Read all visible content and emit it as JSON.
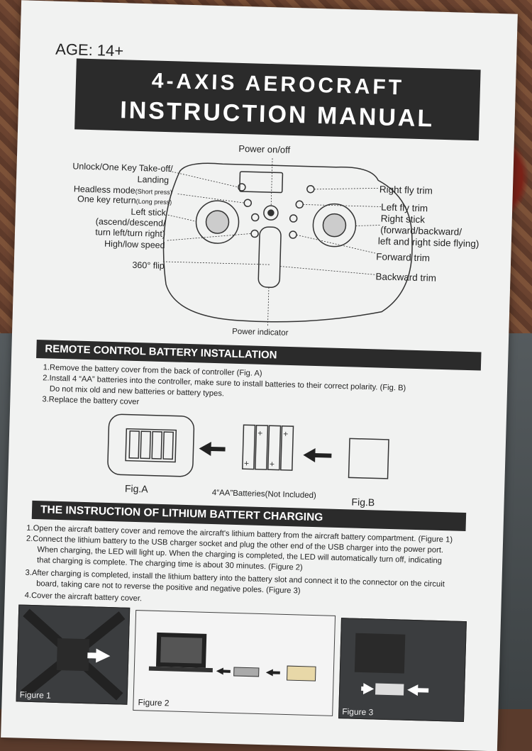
{
  "manual": {
    "age": "AGE: 14+",
    "title_line1": "4-AXIS AEROCRAFT",
    "title_line2": "INSTRUCTION MANUAL"
  },
  "controller": {
    "power_on_off": "Power on/off",
    "unlock_takeoff": "Unlock/One Key Take-off/",
    "landing": "Landing",
    "headless_mode": "Headless mode",
    "headless_short": "(Short press)",
    "one_key_return": "One key return",
    "return_long": "(Long press)",
    "left_stick_1": "Left stick",
    "left_stick_2": "(ascend/descend/",
    "left_stick_3": "turn left/turn right)",
    "high_low_speed": "High/low speed",
    "flip_360": "360° flip",
    "right_fly_trim": "Right fly trim",
    "left_fly_trim": "Left fly trim",
    "right_stick_1": "Right stick",
    "right_stick_2": "(forward/backward/",
    "right_stick_3": "left and right side flying)",
    "forward_trim": "Forward trim",
    "backward_trim": "Backward trim",
    "power_indicator": "Power indicator"
  },
  "battery_section": {
    "heading": "REMOTE CONTROL BATTERY INSTALLATION",
    "steps": [
      "1.Remove the battery cover from the back of controller (Fig. A)",
      "2.Install 4 “AA” batteries into the controller, make sure to install batteries to their correct polarity. (Fig. B)",
      "Do not mix old and new batteries or battery types.",
      "3.Replace the battery cover"
    ],
    "fig_a": "Fig.A",
    "batteries_caption": "4“AA”Batteries(Not Included)",
    "fig_b": "Fig.B"
  },
  "charging_section": {
    "heading": "THE INSTRUCTION OF LITHIUM BATTERT CHARGING",
    "steps": [
      "1.Open the aircraft battery cover and remove the aircraft's lithium battery from the aircraft battery compartment. (Figure 1)",
      "2.Connect the lithium battery to the USB charger socket and plug the other end of the USB charger into the power port.",
      "When charging, the LED will light up. When the charging is completed, the LED will automatically turn off, indicating",
      "that charging is complete. The charging time is about 30 minutes. (Figure 2)",
      "3.After charging is completed, install the lithium battery into the battery slot and connect it to the connector on the circuit",
      "board, taking care not to reverse the positive and negative poles. (Figure 3)",
      "4.Cover the aircraft battery cover."
    ],
    "figure1": "Figure 1",
    "figure2": "Figure 2",
    "figure3": "Figure 3"
  },
  "colors": {
    "paper": "#f1f2f1",
    "banner": "#2b2b2b",
    "ink": "#222222"
  }
}
